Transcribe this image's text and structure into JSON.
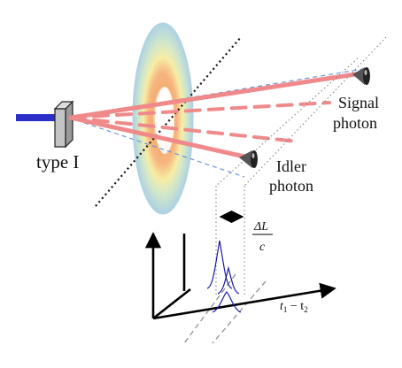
{
  "labels": {
    "crystal": "type I",
    "signal_line1": "Signal",
    "signal_line2": "photon",
    "idler_line1": "Idler",
    "idler_line2": "photon",
    "delay_numerator": "ΔL",
    "delay_denominator": "c",
    "time_axis": "t",
    "time_axis_sub1": "1",
    "time_axis_minus": " − t",
    "time_axis_sub2": "2"
  },
  "colors": {
    "pump": "#2b2fc8",
    "beam": "#f08a8a",
    "cone_edge": "#6f95d8",
    "ring_outer": "#a9cfe3",
    "ring_mid": "#f7eca0",
    "ring_inner": "#f4a96a",
    "pulse": "#1a1aa0",
    "axis": "#000000",
    "guide": "#777777"
  }
}
